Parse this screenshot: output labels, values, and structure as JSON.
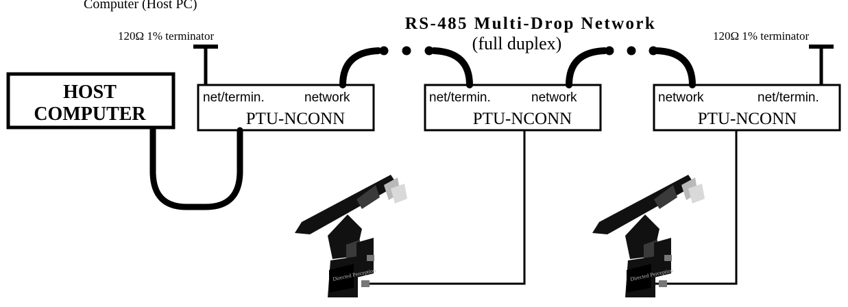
{
  "title": {
    "line1": "RS-485 Multi-Drop Network",
    "line2": "(full duplex)"
  },
  "top_fragment": "Computer (Host PC)",
  "terminator_label": "120Ω 1% terminator",
  "host": {
    "line1": "HOST",
    "line2": "COMPUTER"
  },
  "nodes": [
    {
      "left_label": "net/termin.",
      "right_label": "network",
      "name": "PTU-NCONN"
    },
    {
      "left_label": "net/termin.",
      "right_label": "network",
      "name": "PTU-NCONN"
    },
    {
      "left_label": "network",
      "right_label": "net/termin.",
      "name": "PTU-NCONN"
    }
  ],
  "device_badge": "Directed Perception",
  "colors": {
    "ink": "#000000",
    "paper": "#ffffff",
    "device_dark": "#111111",
    "device_mid": "#3a3a3a",
    "device_light": "#b9b9b9"
  }
}
